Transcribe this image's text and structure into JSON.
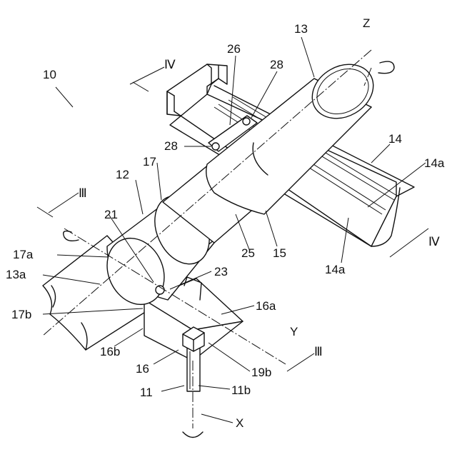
{
  "labels": {
    "n10": "10",
    "n11": "11",
    "n11b": "11b",
    "n12": "12",
    "n13": "13",
    "n13a": "13a",
    "n14": "14",
    "n14a_1": "14a",
    "n14a_2": "14a",
    "n15": "15",
    "n16": "16",
    "n16a": "16a",
    "n16b": "16b",
    "n17": "17",
    "n17a": "17a",
    "n17b": "17b",
    "n19b": "19b",
    "n21": "21",
    "n23": "23",
    "n25": "25",
    "n26": "26",
    "n28_1": "28",
    "n28_2": "28"
  },
  "axes": {
    "x": "X",
    "y": "Y",
    "z": "Z"
  },
  "sections": {
    "iii_left": "Ⅲ",
    "iii_right": "Ⅲ",
    "iv_left": "Ⅳ",
    "iv_right": "Ⅳ"
  }
}
